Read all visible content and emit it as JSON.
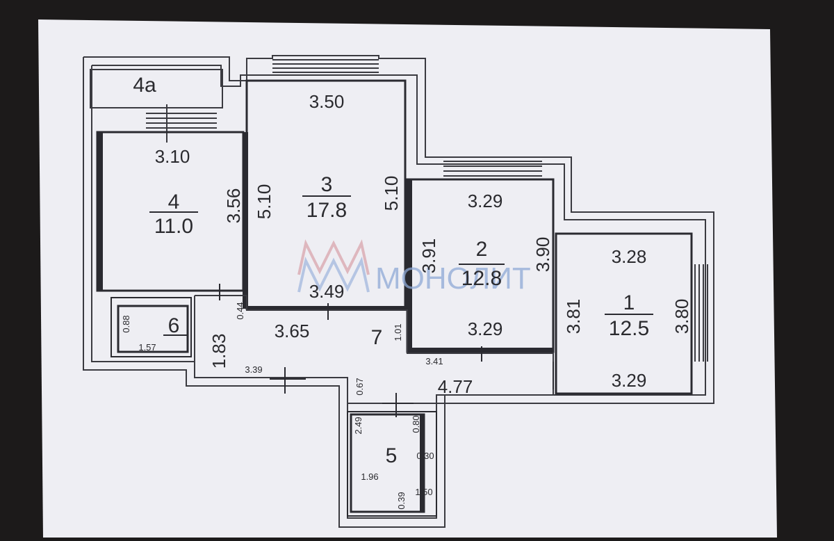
{
  "plan": {
    "watermark": "МОНОЛИТ",
    "rooms": [
      {
        "id": "1",
        "number": "1",
        "area": "12.5"
      },
      {
        "id": "2",
        "number": "2",
        "area": "12.8"
      },
      {
        "id": "3",
        "number": "3",
        "area": "17.8"
      },
      {
        "id": "4",
        "number": "4",
        "area": "11.0"
      },
      {
        "id": "4a",
        "number": "4а"
      },
      {
        "id": "5",
        "number": "5"
      },
      {
        "id": "6",
        "number": "6"
      },
      {
        "id": "7",
        "number": "7"
      }
    ],
    "dimensions": {
      "r3_top": "3.50",
      "r3_left": "5.10",
      "r3_right": "5.10",
      "r3_bottom": "3.49",
      "r4_top": "3.10",
      "r4_right": "3.56",
      "r2_top": "3.29",
      "r2_left": "3.91",
      "r2_right": "3.90",
      "r2_bottom": "3.29",
      "r1_top": "3.28",
      "r1_left": "3.81",
      "r1_right": "3.80",
      "r1_bottom": "3.29",
      "hall_365": "3.65",
      "hall_183": "1.83",
      "hall_044": "0.44",
      "hall_101": "1.01",
      "hall_339": "3.39",
      "hall_341": "3.41",
      "hall_067": "0.67",
      "hall_477": "4.77",
      "r6_w": "1.57",
      "r6_h": "0.88",
      "r5_249": "2.49",
      "r5_080": "0.80",
      "r5_030": "0.30",
      "r5_196": "1.96",
      "r5_039": "0.39",
      "r5_150": "1.50"
    }
  }
}
